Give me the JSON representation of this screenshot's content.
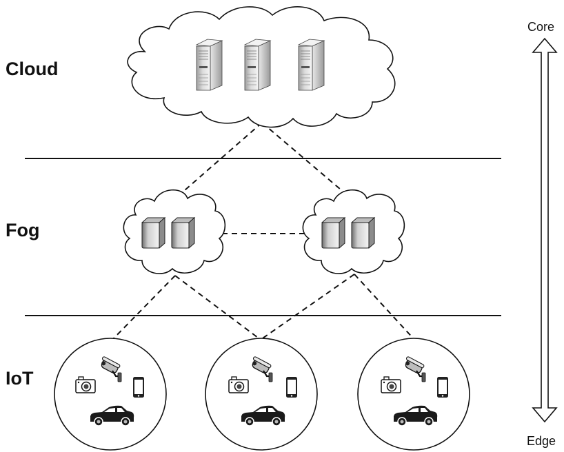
{
  "layers": {
    "cloud": "Cloud",
    "fog": "Fog",
    "iot": "IoT"
  },
  "axis": {
    "top": "Core",
    "bottom": "Edge"
  },
  "nodes": {
    "cloud_servers": 3,
    "fog_nodes": 2,
    "servers_per_fog_node": 2,
    "iot_clusters": 3,
    "devices_per_cluster": [
      "camera-icon",
      "cctv-camera-icon",
      "smartphone-icon",
      "car-icon"
    ]
  }
}
